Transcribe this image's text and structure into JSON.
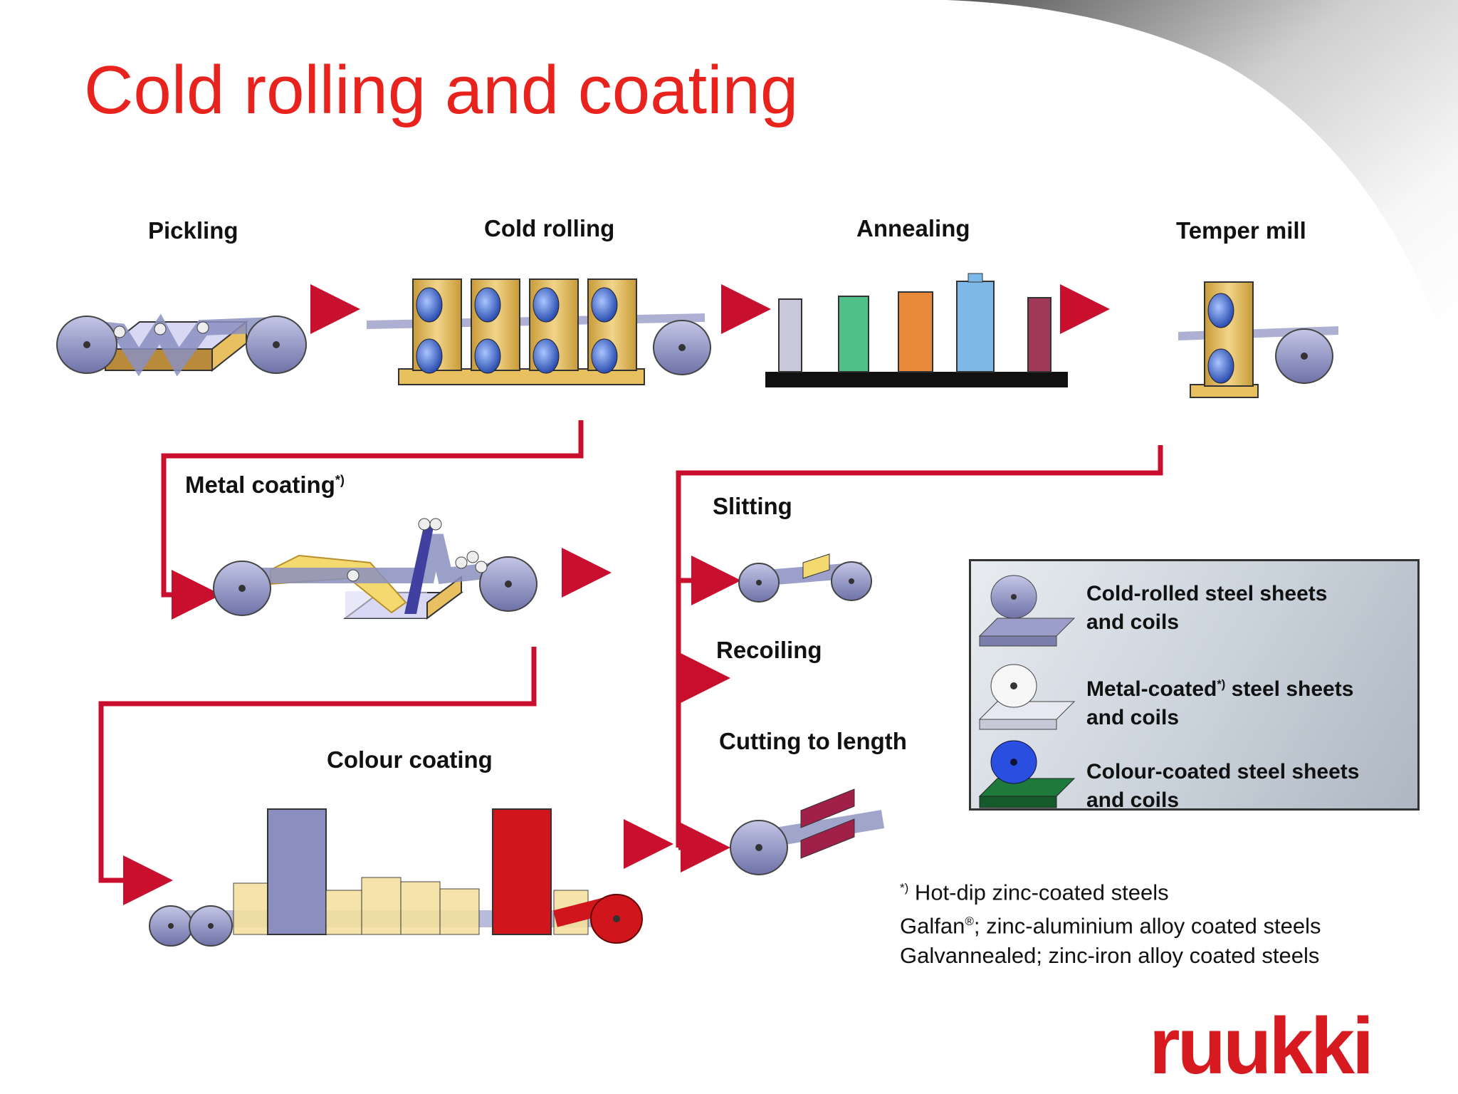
{
  "title": "Cold rolling and coating",
  "steps": {
    "pickling": "Pickling",
    "cold_rolling": "Cold rolling",
    "annealing": "Annealing",
    "temper_mill": "Temper mill",
    "metal_coating": "Metal coating",
    "metal_coating_mark": "*)",
    "slitting": "Slitting",
    "recoiling": "Recoiling",
    "cutting_to_length": "Cutting to length",
    "colour_coating": "Colour coating"
  },
  "legend": {
    "items": [
      {
        "line1": "Cold-rolled steel sheets",
        "line2": "and coils",
        "icon": "grey-coil-icon"
      },
      {
        "line1_pre": "Metal-coated",
        "mark": "*)",
        "line1_post": " steel sheets",
        "line2": "and coils",
        "icon": "white-coil-icon"
      },
      {
        "line1": "Colour-coated steel sheets",
        "line2": "and coils",
        "icon": "blue-green-coil-icon"
      }
    ]
  },
  "footnote": {
    "mark": "*)",
    "line1": " Hot-dip zinc-coated steels",
    "line2_pre": "Galfan",
    "line2_reg": "®",
    "line2_post": "; zinc-aluminium alloy coated steels",
    "line3": "Galvannealed; zinc-iron alloy coated steels"
  },
  "logo": "ruukki",
  "colors": {
    "accent_red": "#e8231d",
    "flow_red": "#c8102e",
    "steel_blue_grey": "#8a8fc0",
    "roll_blue": "#3e63c4",
    "stand_gold": "#e8c060",
    "logo_red": "#d71920"
  }
}
